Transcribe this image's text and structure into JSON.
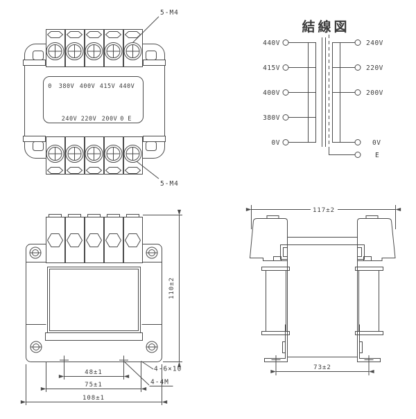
{
  "top_view": {
    "callout_top": "5-M4",
    "callout_bottom": "5-M4",
    "plate_row1": [
      "0",
      "380V",
      "400V",
      "415V",
      "440V"
    ],
    "plate_row2": [
      "240V",
      "220V",
      "200V",
      "0",
      "E"
    ]
  },
  "wiring_diagram": {
    "title": "結線図",
    "primary": [
      "440V",
      "415V",
      "400V",
      "380V",
      "0V"
    ],
    "secondary": [
      "240V",
      "220V",
      "200V",
      "0V",
      "E"
    ]
  },
  "front_view": {
    "dim_hole_pitch": "48±1",
    "dim_slot_pitch": "75±1",
    "dim_width": "108±1",
    "dim_height": "110±2",
    "callout_slots": "4-6×10",
    "callout_holes": "4-4M"
  },
  "side_view": {
    "dim_depth": "117±2",
    "dim_foot_pitch": "73±2"
  },
  "colors": {
    "line": "#4a4a4a",
    "text": "#3a3a3a",
    "background": "#ffffff"
  }
}
